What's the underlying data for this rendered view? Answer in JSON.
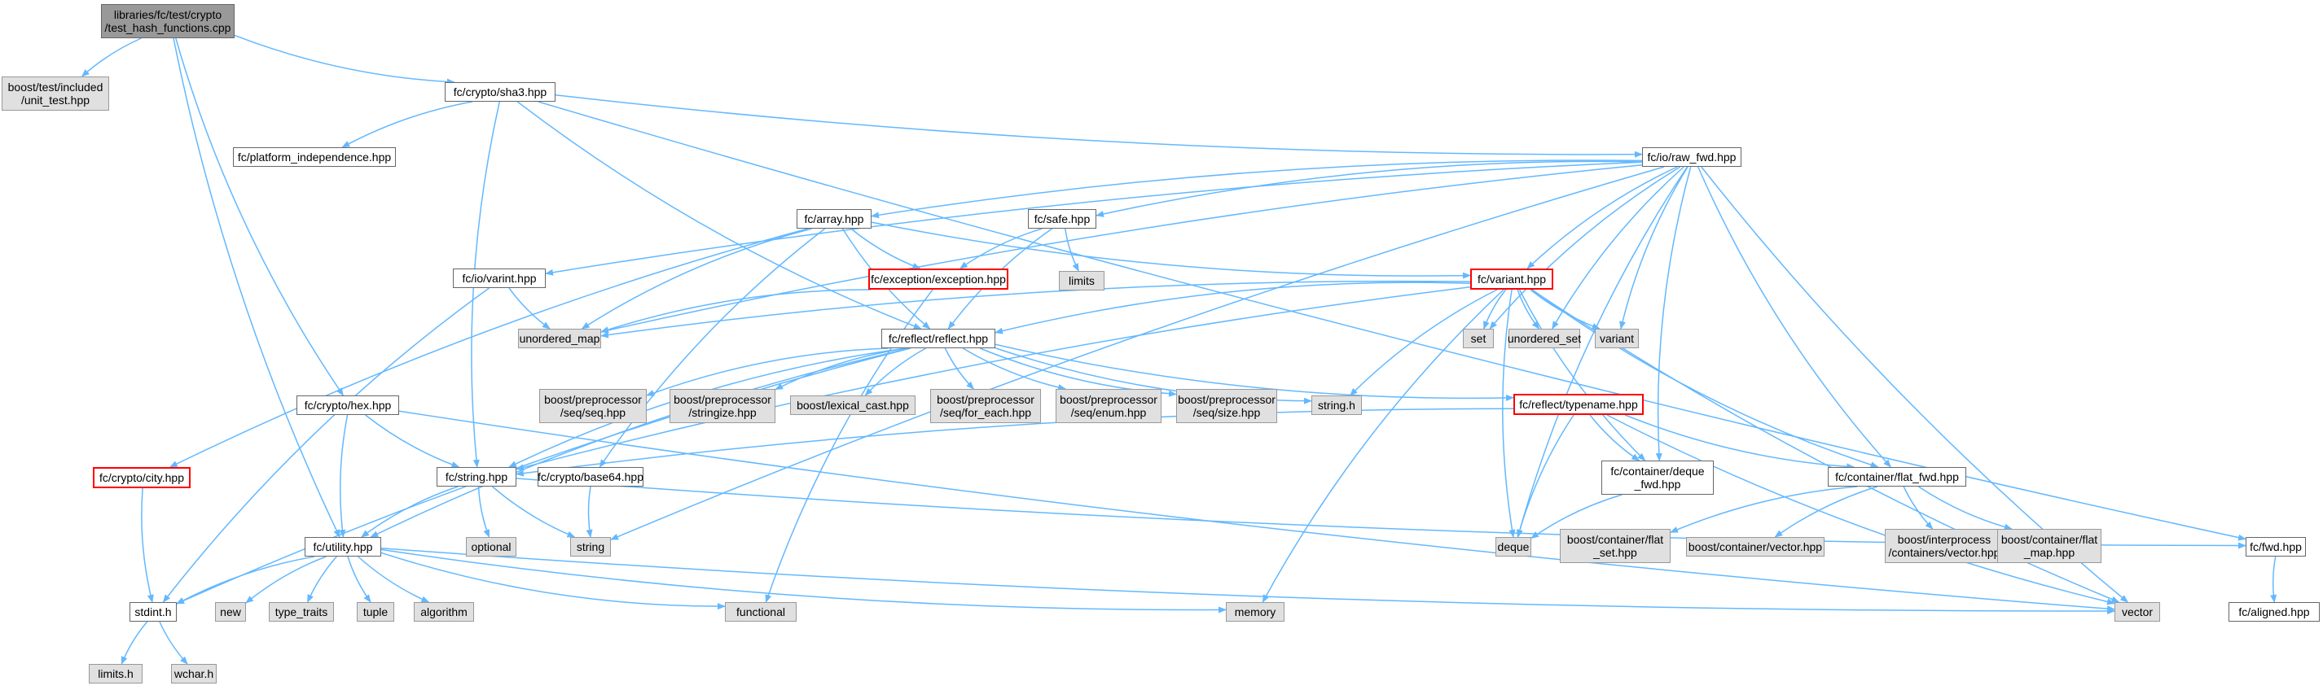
{
  "diagram": {
    "nodes": [
      {
        "id": "root",
        "label": "libraries/fc/test/crypto\n/test_hash_functions.cpp",
        "style": "root"
      },
      {
        "id": "unit_test",
        "label": "boost/test/included\n/unit_test.hpp",
        "style": "gray"
      },
      {
        "id": "sha3",
        "label": "fc/crypto/sha3.hpp",
        "style": "link"
      },
      {
        "id": "platform",
        "label": "fc/platform_independence.hpp",
        "style": "link"
      },
      {
        "id": "raw_fwd",
        "label": "fc/io/raw_fwd.hpp",
        "style": "link"
      },
      {
        "id": "array",
        "label": "fc/array.hpp",
        "style": "link"
      },
      {
        "id": "safe",
        "label": "fc/safe.hpp",
        "style": "link"
      },
      {
        "id": "limits",
        "label": "limits",
        "style": "gray"
      },
      {
        "id": "exception",
        "label": "fc/exception/exception.hpp",
        "style": "red"
      },
      {
        "id": "io_varint",
        "label": "fc/io/varint.hpp",
        "style": "link"
      },
      {
        "id": "variant",
        "label": "fc/variant.hpp",
        "style": "red"
      },
      {
        "id": "unordered_map",
        "label": "unordered_map",
        "style": "gray"
      },
      {
        "id": "reflect",
        "label": "fc/reflect/reflect.hpp",
        "style": "link"
      },
      {
        "id": "set",
        "label": "set",
        "style": "gray"
      },
      {
        "id": "unordered_set",
        "label": "unordered_set",
        "style": "gray"
      },
      {
        "id": "variant_std",
        "label": "variant",
        "style": "gray"
      },
      {
        "id": "hex",
        "label": "fc/crypto/hex.hpp",
        "style": "link"
      },
      {
        "id": "pp_seq",
        "label": "boost/preprocessor\n/seq/seq.hpp",
        "style": "gray"
      },
      {
        "id": "pp_stringize",
        "label": "boost/preprocessor\n/stringize.hpp",
        "style": "gray"
      },
      {
        "id": "lexical_cast",
        "label": "boost/lexical_cast.hpp",
        "style": "gray"
      },
      {
        "id": "pp_for_each",
        "label": "boost/preprocessor\n/seq/for_each.hpp",
        "style": "gray"
      },
      {
        "id": "pp_enum",
        "label": "boost/preprocessor\n/seq/enum.hpp",
        "style": "gray"
      },
      {
        "id": "pp_size",
        "label": "boost/preprocessor\n/seq/size.hpp",
        "style": "gray"
      },
      {
        "id": "string_h",
        "label": "string.h",
        "style": "gray"
      },
      {
        "id": "typename",
        "label": "fc/reflect/typename.hpp",
        "style": "red"
      },
      {
        "id": "city",
        "label": "fc/crypto/city.hpp",
        "style": "red"
      },
      {
        "id": "fc_string",
        "label": "fc/string.hpp",
        "style": "link"
      },
      {
        "id": "base64",
        "label": "fc/crypto/base64.hpp",
        "style": "link"
      },
      {
        "id": "deque_fwd",
        "label": "fc/container/deque\n_fwd.hpp",
        "style": "link"
      },
      {
        "id": "flat_fwd",
        "label": "fc/container/flat_fwd.hpp",
        "style": "link"
      },
      {
        "id": "optional",
        "label": "optional",
        "style": "gray"
      },
      {
        "id": "string",
        "label": "string",
        "style": "gray"
      },
      {
        "id": "deque",
        "label": "deque",
        "style": "gray"
      },
      {
        "id": "flat_set",
        "label": "boost/container/flat\n_set.hpp",
        "style": "gray"
      },
      {
        "id": "container_vector",
        "label": "boost/container/vector.hpp",
        "style": "gray"
      },
      {
        "id": "interprocess_vector",
        "label": "boost/interprocess\n/containers/vector.hpp",
        "style": "gray"
      },
      {
        "id": "flat_map",
        "label": "boost/container/flat\n_map.hpp",
        "style": "gray"
      },
      {
        "id": "fwd",
        "label": "fc/fwd.hpp",
        "style": "link"
      },
      {
        "id": "utility",
        "label": "fc/utility.hpp",
        "style": "link"
      },
      {
        "id": "stdint",
        "label": "stdint.h",
        "style": "link"
      },
      {
        "id": "new",
        "label": "new",
        "style": "gray"
      },
      {
        "id": "type_traits",
        "label": "type_traits",
        "style": "gray"
      },
      {
        "id": "tuple",
        "label": "tuple",
        "style": "gray"
      },
      {
        "id": "algorithm",
        "label": "algorithm",
        "style": "gray"
      },
      {
        "id": "functional",
        "label": "functional",
        "style": "gray"
      },
      {
        "id": "memory",
        "label": "memory",
        "style": "gray"
      },
      {
        "id": "vector",
        "label": "vector",
        "style": "gray"
      },
      {
        "id": "aligned",
        "label": "fc/aligned.hpp",
        "style": "link"
      },
      {
        "id": "limits_h",
        "label": "limits.h",
        "style": "gray"
      },
      {
        "id": "wchar",
        "label": "wchar.h",
        "style": "gray"
      }
    ],
    "edges": [
      [
        "root",
        "unit_test"
      ],
      [
        "root",
        "sha3"
      ],
      [
        "root",
        "hex"
      ],
      [
        "root",
        "utility"
      ],
      [
        "sha3",
        "platform"
      ],
      [
        "sha3",
        "raw_fwd"
      ],
      [
        "sha3",
        "reflect"
      ],
      [
        "sha3",
        "fc_string"
      ],
      [
        "sha3",
        "fwd"
      ],
      [
        "raw_fwd",
        "array"
      ],
      [
        "raw_fwd",
        "safe"
      ],
      [
        "raw_fwd",
        "io_varint"
      ],
      [
        "raw_fwd",
        "variant"
      ],
      [
        "raw_fwd",
        "unordered_map"
      ],
      [
        "raw_fwd",
        "set"
      ],
      [
        "raw_fwd",
        "unordered_set"
      ],
      [
        "raw_fwd",
        "variant_std"
      ],
      [
        "raw_fwd",
        "deque_fwd"
      ],
      [
        "raw_fwd",
        "flat_fwd"
      ],
      [
        "raw_fwd",
        "string"
      ],
      [
        "raw_fwd",
        "deque"
      ],
      [
        "raw_fwd",
        "vector"
      ],
      [
        "array",
        "exception"
      ],
      [
        "array",
        "variant"
      ],
      [
        "array",
        "unordered_map"
      ],
      [
        "array",
        "reflect"
      ],
      [
        "array",
        "city"
      ],
      [
        "array",
        "base64"
      ],
      [
        "array",
        "unordered_map"
      ],
      [
        "safe",
        "limits"
      ],
      [
        "safe",
        "exception"
      ],
      [
        "safe",
        "reflect"
      ],
      [
        "exception",
        "unordered_map"
      ],
      [
        "exception",
        "functional"
      ],
      [
        "io_varint",
        "unordered_map"
      ],
      [
        "io_varint",
        "stdint"
      ],
      [
        "variant",
        "unordered_map"
      ],
      [
        "variant",
        "reflect"
      ],
      [
        "variant",
        "set"
      ],
      [
        "variant",
        "unordered_set"
      ],
      [
        "variant",
        "variant_std"
      ],
      [
        "variant",
        "string_h"
      ],
      [
        "variant",
        "deque_fwd"
      ],
      [
        "variant",
        "flat_fwd"
      ],
      [
        "variant",
        "memory"
      ],
      [
        "variant",
        "vector"
      ],
      [
        "variant",
        "fc_string"
      ],
      [
        "variant",
        "deque"
      ],
      [
        "reflect",
        "pp_seq"
      ],
      [
        "reflect",
        "pp_stringize"
      ],
      [
        "reflect",
        "lexical_cast"
      ],
      [
        "reflect",
        "pp_for_each"
      ],
      [
        "reflect",
        "pp_enum"
      ],
      [
        "reflect",
        "pp_size"
      ],
      [
        "reflect",
        "string_h"
      ],
      [
        "reflect",
        "typename"
      ],
      [
        "reflect",
        "utility"
      ],
      [
        "reflect",
        "stdint"
      ],
      [
        "reflect",
        "fc_string"
      ],
      [
        "typename",
        "fc_string"
      ],
      [
        "typename",
        "deque_fwd"
      ],
      [
        "typename",
        "flat_fwd"
      ],
      [
        "typename",
        "deque"
      ],
      [
        "typename",
        "vector"
      ],
      [
        "hex",
        "fc_string"
      ],
      [
        "hex",
        "utility"
      ],
      [
        "hex",
        "vector"
      ],
      [
        "city",
        "stdint"
      ],
      [
        "fc_string",
        "utility"
      ],
      [
        "fc_string",
        "optional"
      ],
      [
        "fc_string",
        "string"
      ],
      [
        "fc_string",
        "fwd"
      ],
      [
        "base64",
        "string"
      ],
      [
        "deque_fwd",
        "deque"
      ],
      [
        "flat_fwd",
        "flat_set"
      ],
      [
        "flat_fwd",
        "container_vector"
      ],
      [
        "flat_fwd",
        "interprocess_vector"
      ],
      [
        "flat_fwd",
        "flat_map"
      ],
      [
        "fwd",
        "aligned"
      ],
      [
        "utility",
        "stdint"
      ],
      [
        "utility",
        "new"
      ],
      [
        "utility",
        "type_traits"
      ],
      [
        "utility",
        "tuple"
      ],
      [
        "utility",
        "algorithm"
      ],
      [
        "utility",
        "functional"
      ],
      [
        "utility",
        "memory"
      ],
      [
        "utility",
        "vector"
      ],
      [
        "stdint",
        "limits_h"
      ],
      [
        "stdint",
        "wchar"
      ]
    ],
    "colors": {
      "edge": "#63b8ff",
      "gray_fill": "#e0e0e0",
      "root_fill": "#999999",
      "red_border": "#ff0000"
    }
  }
}
